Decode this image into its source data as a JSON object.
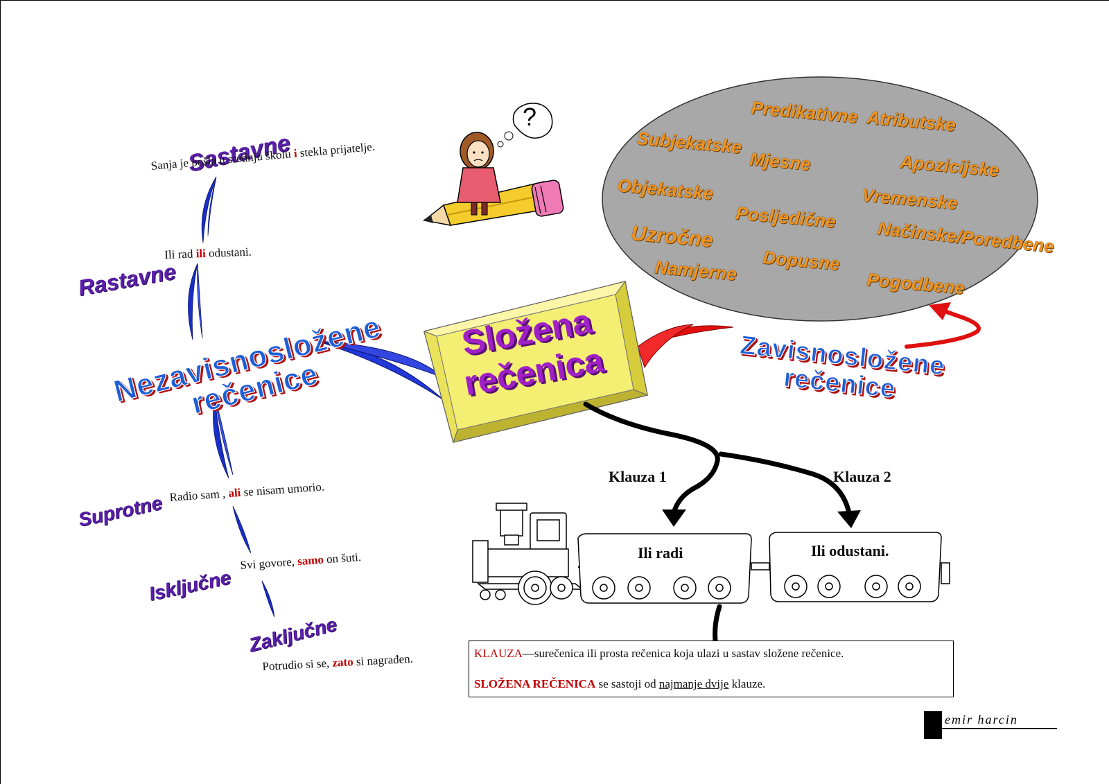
{
  "center": {
    "line1": "Složena",
    "line2": "rečenica"
  },
  "left_branch": {
    "title_line1": "Nezavisnosložene",
    "title_line2": "rečenice",
    "items": [
      {
        "type": "Sastavne",
        "ex_pre": "Sanja je pošla u srednju školu ",
        "ex_conj": "i",
        "ex_post": " stekla prijatelje."
      },
      {
        "type": "Rastavne",
        "ex_pre": "Ili rad ",
        "ex_conj": "ili",
        "ex_post": " odustani."
      },
      {
        "type": "Suprotne",
        "ex_pre": "Radio sam , ",
        "ex_conj": "ali",
        "ex_post": " se nisam umorio."
      },
      {
        "type": "Isključne",
        "ex_pre": "Svi govore, ",
        "ex_conj": "samo",
        "ex_post": " on šuti."
      },
      {
        "type": "Zaključne",
        "ex_pre": "Potrudio si se, ",
        "ex_conj": "zato",
        "ex_post": " si nagrađen."
      }
    ]
  },
  "right_branch": {
    "title_line1": "Zavisnosložene",
    "title_line2": "rečenice",
    "bubble_items": [
      "Predikativne",
      "Atributske",
      "Subjekatske",
      "Mjesne",
      "Apozicijske",
      "Objekatske",
      "Vremenske",
      "Posljedične",
      "Načinske/Poredbene",
      "Uzročne",
      "Dopusne",
      "Namjerne",
      "Pogodbene"
    ]
  },
  "clauses": {
    "label1": "Klauza 1",
    "label2": "Klauza 2",
    "wagon1": "Ili radi",
    "wagon2": "Ili odustani."
  },
  "definition": {
    "term1": "KLAUZA",
    "def1": "—surečenica ili prosta rečenica koja ulazi u sastav složene rečenice.",
    "term2": "SLOŽENA REČENICA",
    "def2_pre": " se sastoji od ",
    "def2_underlined": "najmanje dvije",
    "def2_post": " klauze."
  },
  "signature": "emir harcin",
  "thought_mark": "?",
  "colors": {
    "left_branch": "#1a2fc8",
    "right_branch": "#e01010",
    "bubble": "#a8a8a8",
    "box": "#f4ee72"
  }
}
